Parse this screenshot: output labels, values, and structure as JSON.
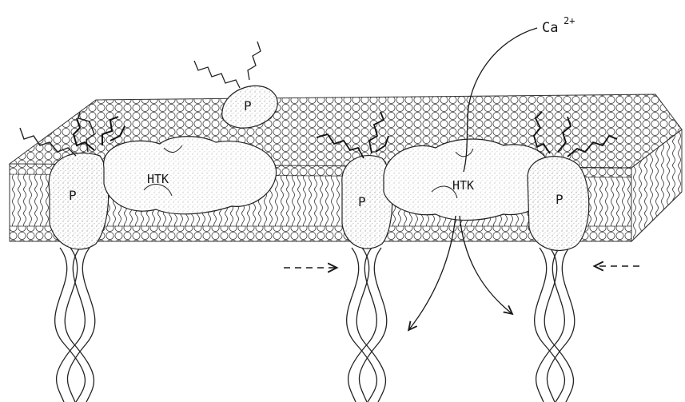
{
  "labels": {
    "ion": "Ca",
    "ion_charge": "2+",
    "protein_p": "P",
    "complex": "НТК"
  },
  "colors": {
    "ink": "#1a1a1a",
    "paper": "#ffffff"
  }
}
